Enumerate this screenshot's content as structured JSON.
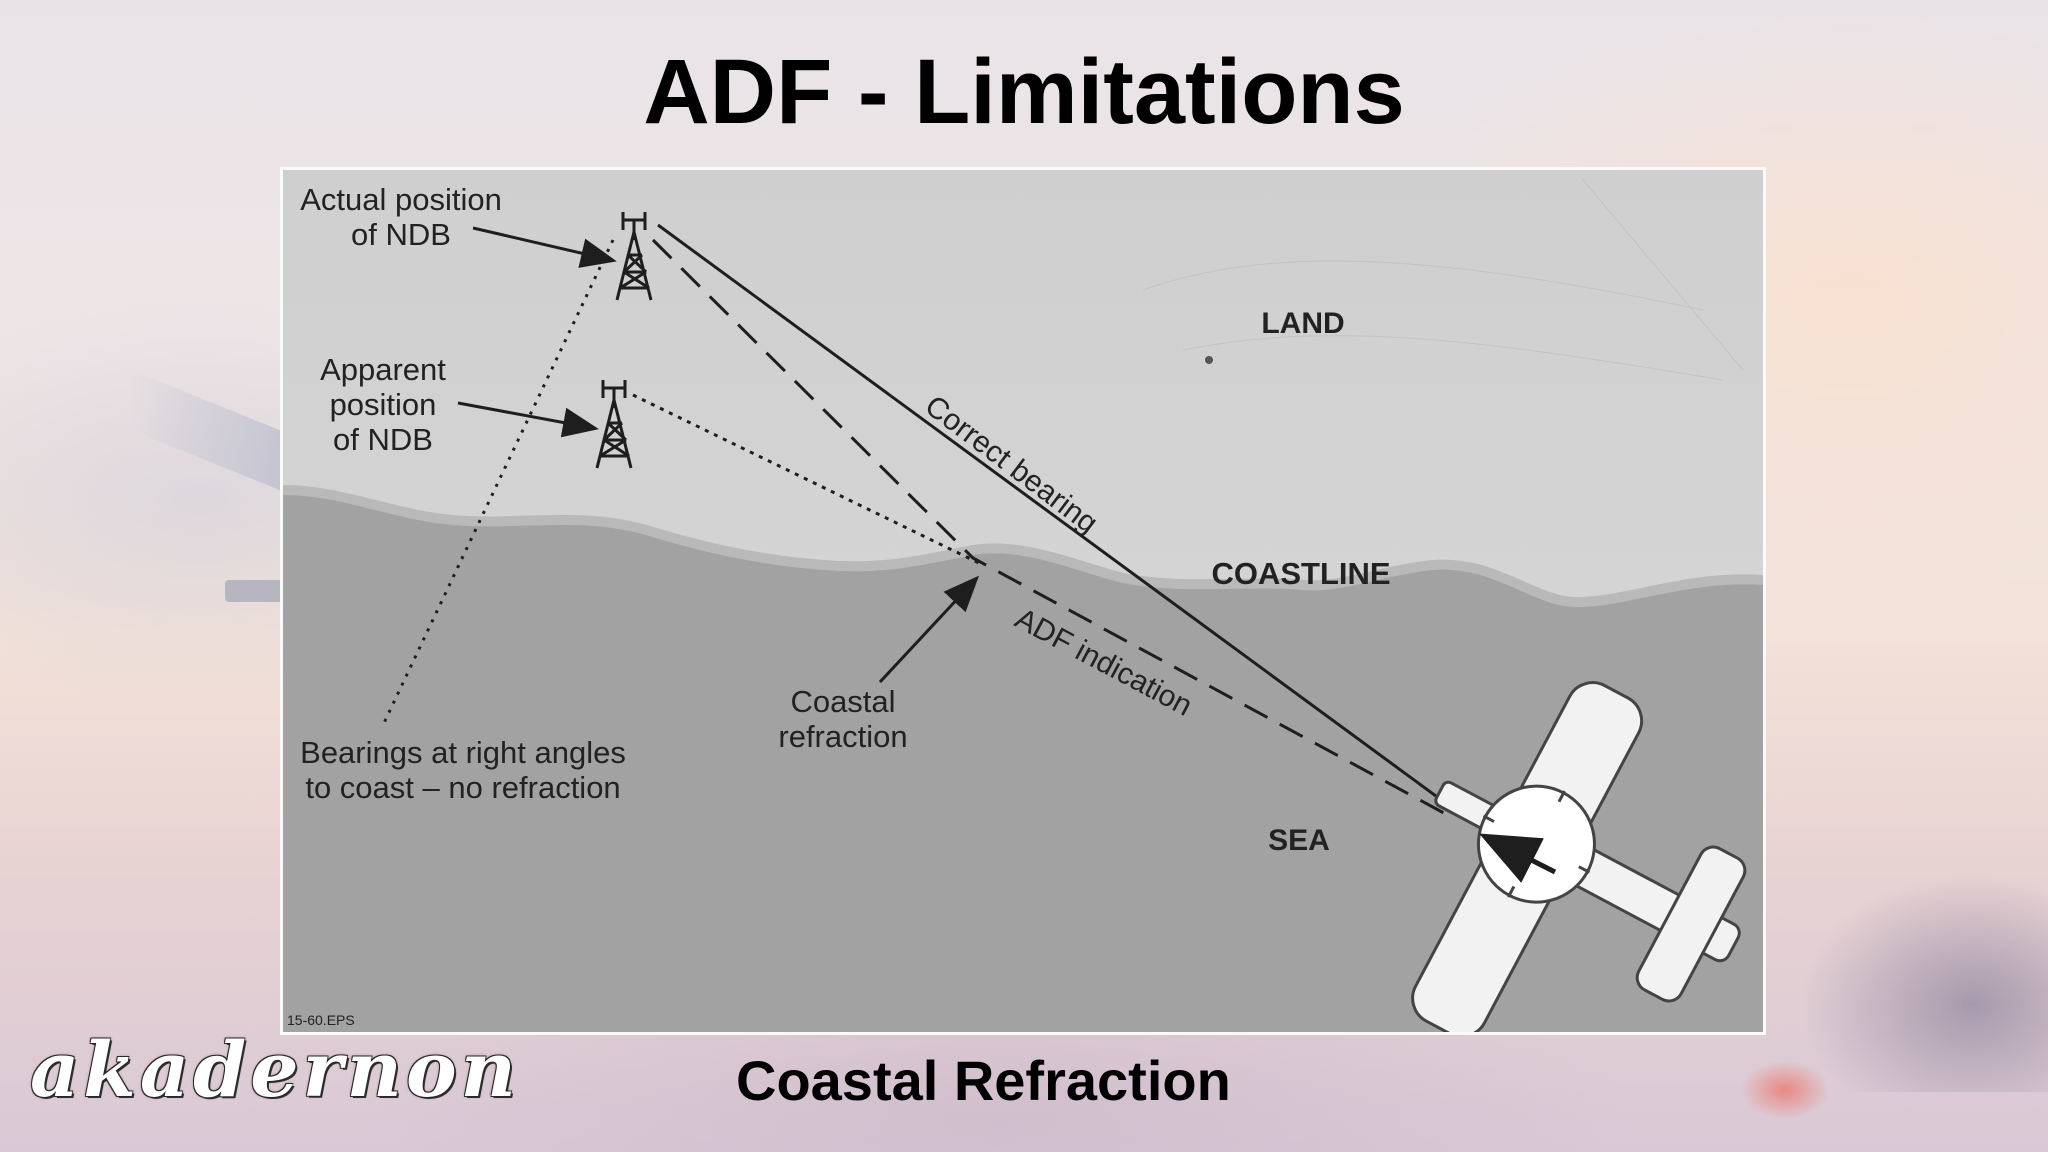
{
  "slide": {
    "title": "ADF - Limitations",
    "caption": "Coastal Refraction",
    "brand": "akadernon"
  },
  "diagram": {
    "labels": {
      "actual_line1": "Actual position",
      "actual_line2": "of NDB",
      "apparent_line1": "Apparent",
      "apparent_line2": "position",
      "apparent_line3": "of NDB",
      "land": "LAND",
      "coastline": "COASTLINE",
      "sea": "SEA",
      "correct_bearing": "Correct bearing",
      "adf_indication": "ADF indication",
      "coastal_line1": "Coastal",
      "coastal_line2": "refraction",
      "bearings_line1": "Bearings at right angles",
      "bearings_line2": "to coast – no refraction",
      "figure_id": "15-60.EPS"
    },
    "colors": {
      "land": "#d2d2d2",
      "sea": "#9f9f9f",
      "line": "#1e1e1e"
    }
  }
}
